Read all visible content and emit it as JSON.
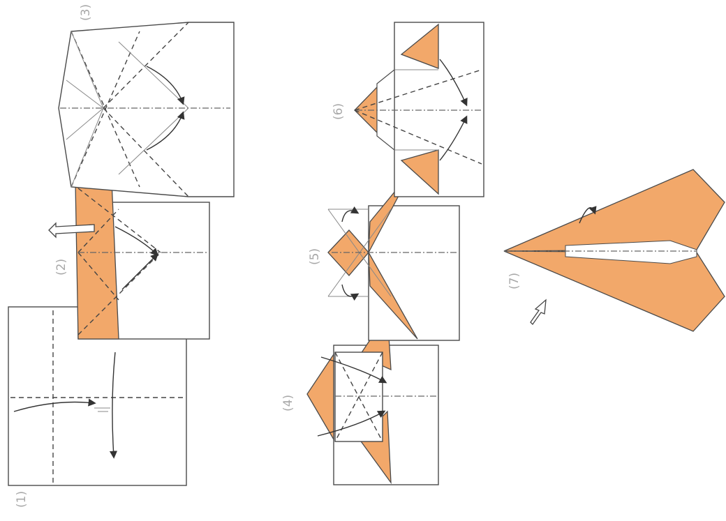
{
  "steps": [
    {
      "id": "step1",
      "label": "(1)"
    },
    {
      "id": "step2",
      "label": "(2)"
    },
    {
      "id": "step3",
      "label": "(3)"
    },
    {
      "id": "step4",
      "label": "(4)"
    },
    {
      "id": "step5",
      "label": "(5)"
    },
    {
      "id": "step6",
      "label": "(6)"
    },
    {
      "id": "step7",
      "label": "(7)"
    }
  ],
  "colors": {
    "paper_front": "#ffffff",
    "paper_back": "#f2a86a",
    "line": "#4a4a4a"
  },
  "icons": [
    "fold-arrow-icon",
    "turn-over-arrow-icon",
    "push-arrow-icon"
  ]
}
